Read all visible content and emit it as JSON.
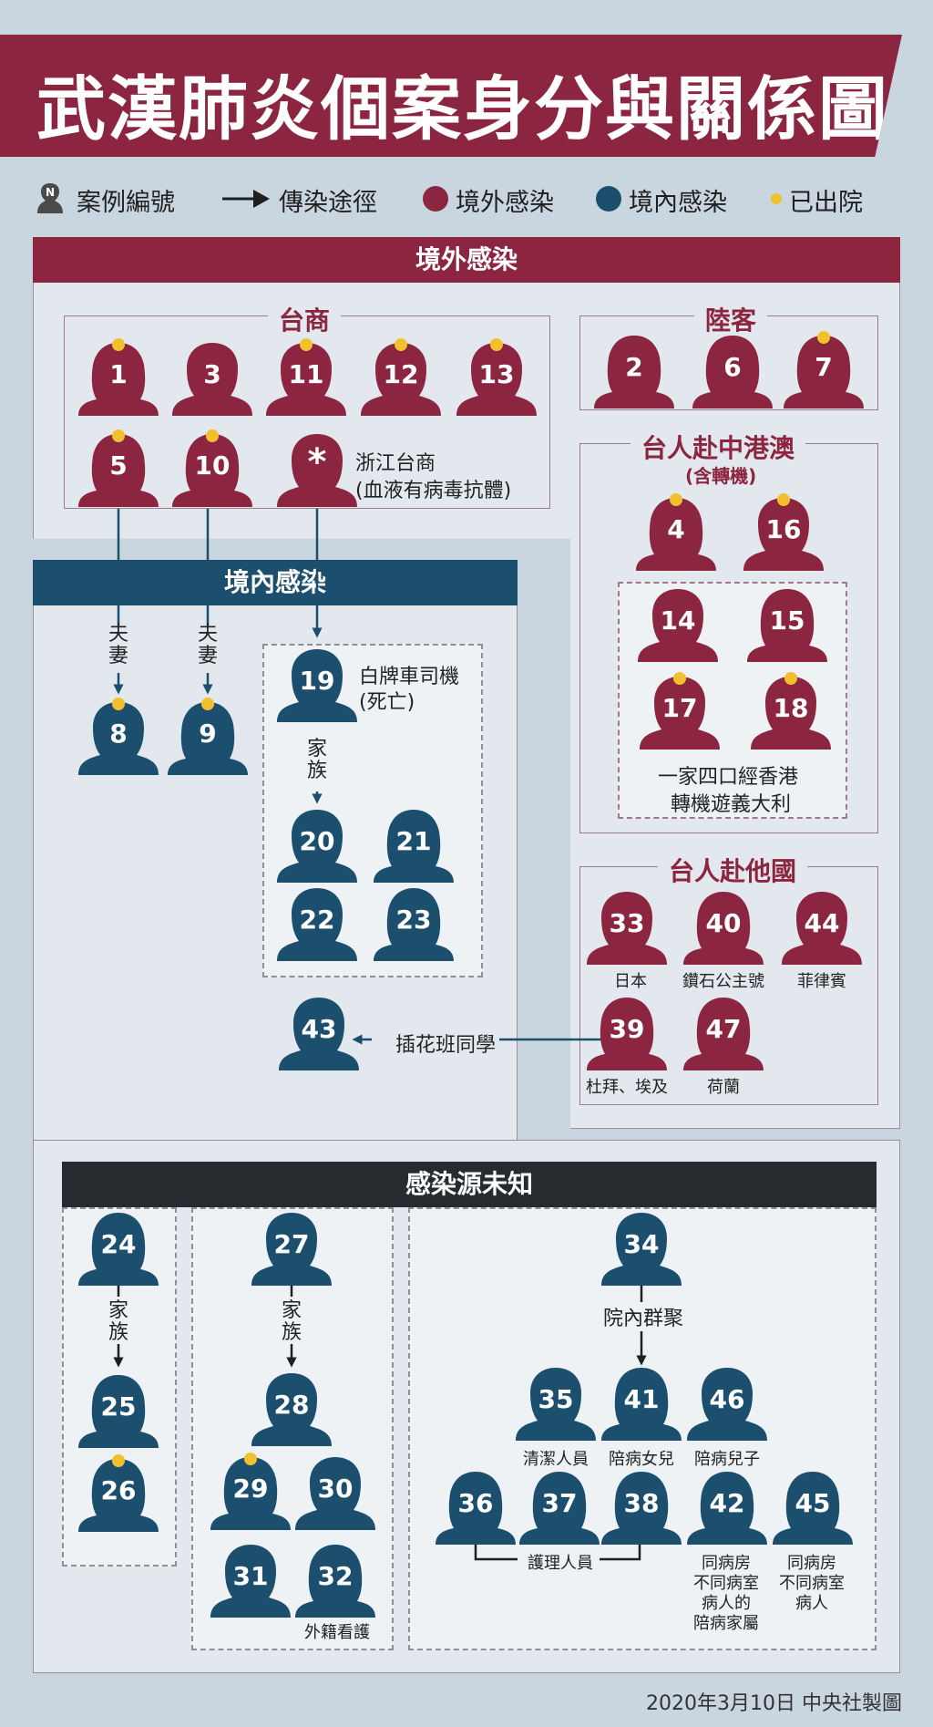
{
  "title": "武漢肺炎個案身分與關係圖",
  "legend": {
    "case_marker": "N",
    "case_label": "案例編號",
    "transmission": "傳染途徑",
    "imported": "境外感染",
    "local": "境內感染",
    "discharged": "已出院"
  },
  "colors": {
    "imported": "#8c2540",
    "local": "#1c4f6e",
    "unknown_header": "#262b30",
    "discharged_dot": "#f2c02e",
    "background": "#cad6df"
  },
  "sections": {
    "imported": "境外感染",
    "local": "境內感染",
    "unknown": "感染源未知"
  },
  "groups": {
    "taishang": "台商",
    "luke": "陸客",
    "taiwanese_china": "台人赴中港澳",
    "taiwanese_china_sub": "(含轉機)",
    "taiwanese_other": "台人赴他國"
  },
  "cases": {
    "c1": "1",
    "c3": "3",
    "c11": "11",
    "c12": "12",
    "c13": "13",
    "c5": "5",
    "c10": "10",
    "cstar": "*",
    "c2": "2",
    "c6": "6",
    "c7": "7",
    "c4": "4",
    "c16": "16",
    "c14": "14",
    "c15": "15",
    "c17": "17",
    "c18": "18",
    "c33": "33",
    "c40": "40",
    "c44": "44",
    "c39": "39",
    "c47": "47",
    "c8": "8",
    "c9": "9",
    "c19": "19",
    "c20": "20",
    "c21": "21",
    "c22": "22",
    "c23": "23",
    "c43": "43",
    "c24": "24",
    "c25": "25",
    "c26": "26",
    "c27": "27",
    "c28": "28",
    "c29": "29",
    "c30": "30",
    "c31": "31",
    "c32": "32",
    "c34": "34",
    "c35": "35",
    "c41": "41",
    "c46": "46",
    "c36": "36",
    "c37": "37",
    "c38": "38",
    "c42": "42",
    "c45": "45"
  },
  "notes": {
    "zhejiang_1": "浙江台商",
    "zhejiang_2": "(血液有病毒抗體)",
    "spouse_a": "夫妻",
    "spouse_b": "夫妻",
    "driver_1": "白牌車司機",
    "driver_2": "(死亡)",
    "family_19": "家族",
    "family_24": "家族",
    "family_27": "家族",
    "hk_1": "一家四口經香港",
    "hk_2": "轉機遊義大利",
    "japan": "日本",
    "diamond": "鑽石公主號",
    "philippines": "菲律賓",
    "dubai": "杜拜、埃及",
    "netherlands": "荷蘭",
    "flower_class": "插花班同學",
    "hospital_cluster": "院內群聚",
    "cleaner": "清潔人員",
    "daughter": "陪病女兒",
    "son": "陪病兒子",
    "nurses": "護理人員",
    "c42_1": "同病房",
    "c42_2": "不同病室",
    "c42_3": "病人的",
    "c42_4": "陪病家屬",
    "c45_1": "同病房",
    "c45_2": "不同病室",
    "c45_3": "病人",
    "caregiver": "外籍看護"
  },
  "credit": "2020年3月10日  中央社製圖"
}
